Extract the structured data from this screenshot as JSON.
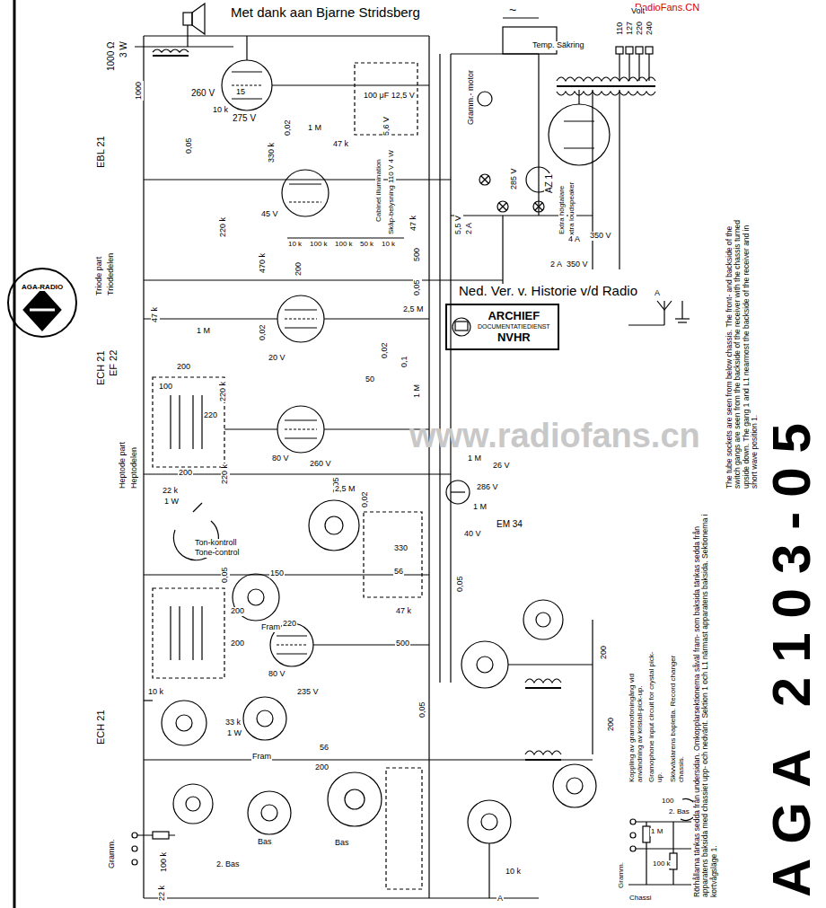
{
  "diagram": {
    "title": "AGA 2103-05",
    "nodes": [
      {
        "text": [
          "AGA-RADIO"
        ]
      },
      {
        "text": [
          "ARCHIEF",
          "DOCUMENTATIEDIENST",
          "NVHR"
        ]
      }
    ],
    "labels": [
      "Met dank aan Bjarne Stridsberg",
      "RadioFans.CN",
      "www.radiofans.cn",
      "1000 Ω",
      "3 W",
      "1000",
      "EBL 21",
      "260 V",
      "15",
      "10 k",
      "275 V",
      "0,02",
      "0,05",
      "330 k",
      "1 M",
      "47 k",
      "100 μF 12,5 V",
      "5,6 V",
      "Gramm.- motor",
      "Temp. Säkring",
      "~",
      "Volt",
      "110",
      "127",
      "220",
      "240",
      "Cabinet illumination",
      "Skåp-belysning 110 V 4 W",
      "285 V",
      "AZ 1",
      "Extra högtalare",
      "Extra loudspeaker",
      "5,5 V",
      "2 A",
      "4 A",
      "350 V",
      "2 A",
      "350 V",
      "Triode part",
      "Triodedelen",
      "220 k",
      "45 V",
      "10 k",
      "100 k",
      "100 k",
      "50 k",
      "10 k",
      "47 k",
      "500",
      "200",
      "470 k",
      "0,05",
      "ECH 21",
      "EF 22",
      "47 k",
      "1 M",
      "0,02",
      "20 V",
      "2,5 M",
      "0,02",
      "0,1",
      "50",
      "1 M",
      "220 k",
      "Ned. Ver. v. Historie v/d Radio",
      "Heptode part",
      "Heptodelen",
      "100",
      "200",
      "220",
      "200",
      "220 k",
      "80 V",
      "260 V",
      "0,05",
      "0,02",
      "2,5 M",
      "1 M",
      "26 V",
      "286 V",
      "1 M",
      "EM 34",
      "40 V",
      "22 k",
      "1 W",
      "Ton-kontroll",
      "Tone-control",
      "0,05",
      "ECH 21",
      "10 k",
      "200",
      "200",
      "150",
      "220",
      "47 k",
      "500",
      "330",
      "56",
      "0,05",
      "80 V",
      "235 V",
      "0,05",
      "33 k",
      "1 W",
      "56",
      "200",
      "Gramm.",
      "100 k",
      "22 k",
      "2. Bas",
      "Fram",
      "Bas",
      "Fram",
      "Bas",
      "10 k",
      "A",
      "200",
      "200",
      "A",
      "Koppling av grammofoningång vid användning av kristall-pick-up.",
      "Gramophone input circuit for crystal pick-up.",
      "Skivväxlarens bapletta. Record changer chassis.",
      "Gramm.",
      "100",
      "1 M",
      "100 k",
      "Chassi",
      "2. Bas",
      "Rörhållarna tänkas sedda från undersidan. Omkopplarsektionerna såväl fram- som baksida tänkas sedda från apparatens baksida med chassiet upp- och nedvänt. Sektion 1 och L1 närmast apparatens baksida. Sektionerna i kortvågsläge 1.",
      "The tube sockets are seen from below chassis. The front- and backside of the switch gangs are seen from the backside of the receiver with the chassis turned upside down. The gang 1 and L1 nearmost the backside of the receiver and in short wave position 1."
    ]
  }
}
